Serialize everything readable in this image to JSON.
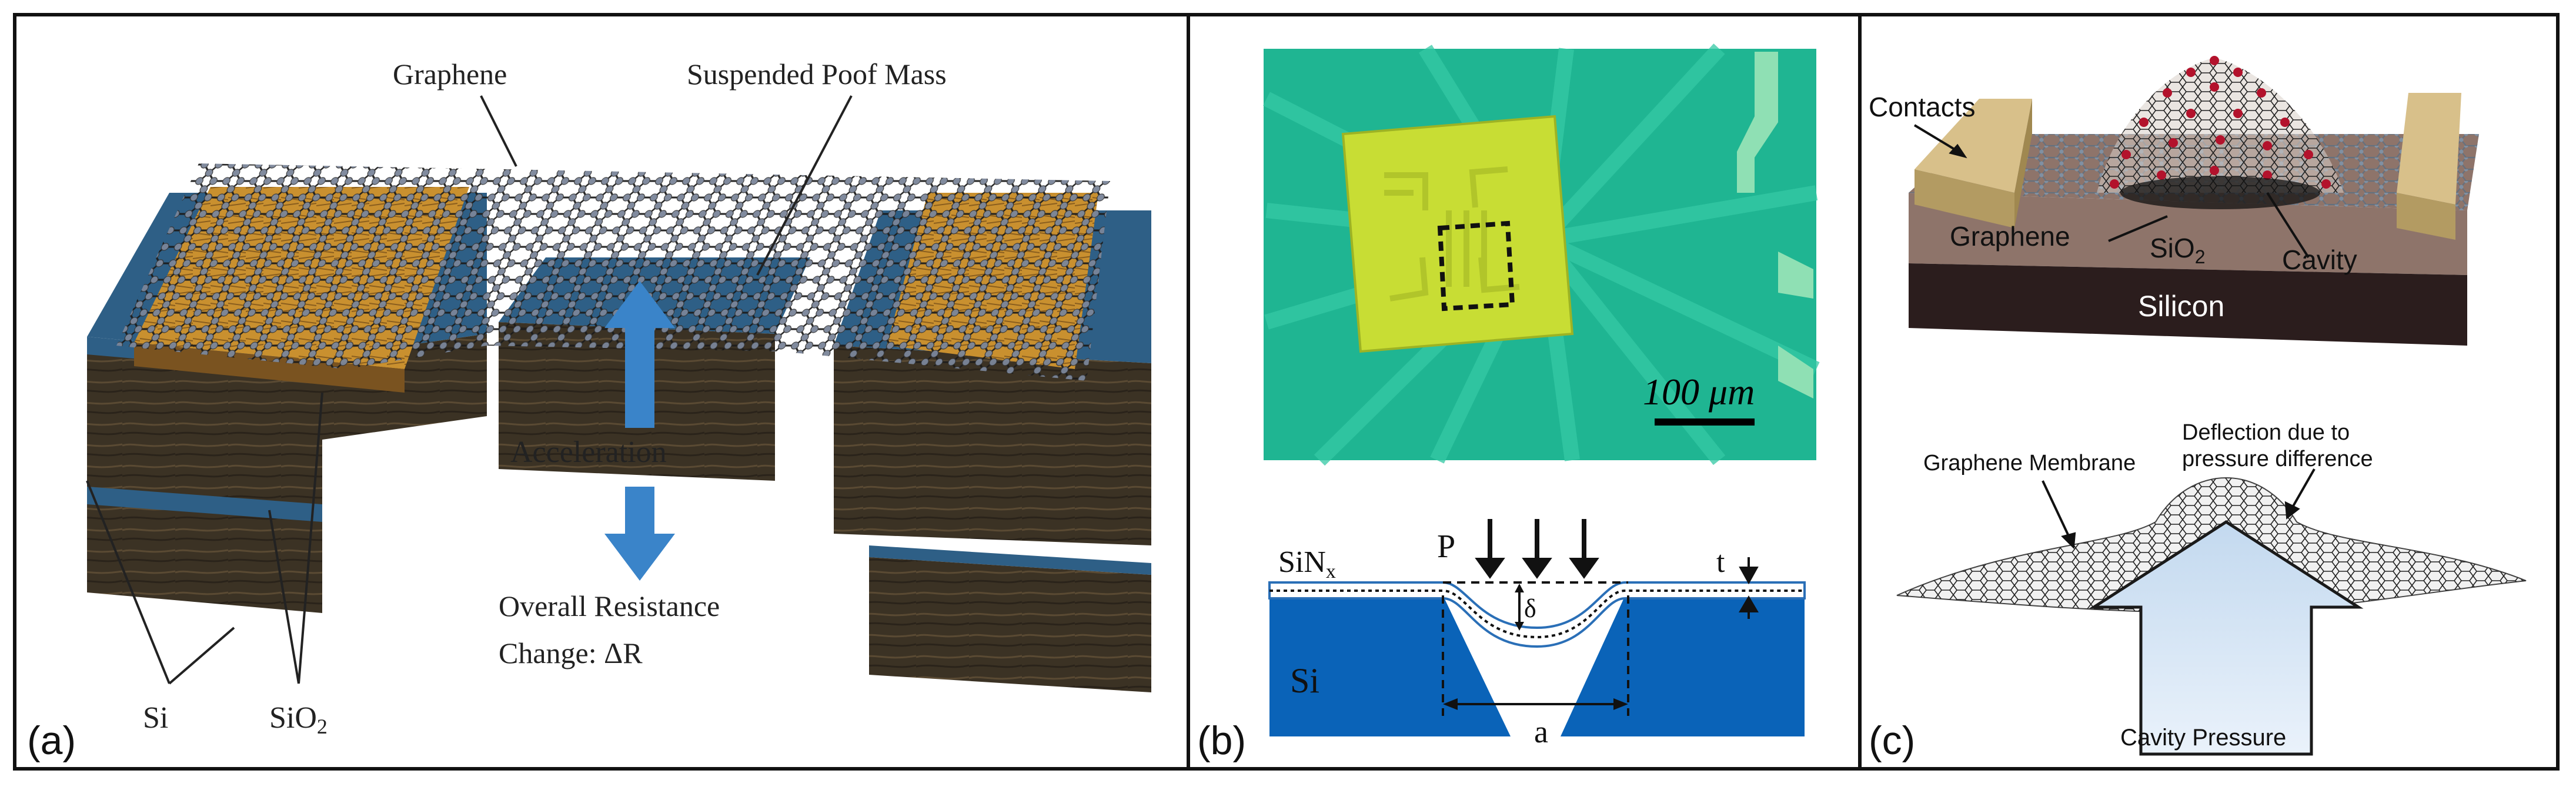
{
  "panels": {
    "a": {
      "label": "(a)",
      "graphene": "Graphene",
      "proof_mass": "Suspended Poof Mass",
      "acceleration": "Acceleration",
      "resistance_line1": "Overall Resistance",
      "resistance_line2": "Change: ΔR",
      "si": "Si",
      "sio2_main": "SiO",
      "sio2_sub": "2"
    },
    "b": {
      "label": "(b)",
      "scale_bar_value": "100",
      "scale_bar_unit": "μm",
      "pressure": "P",
      "sinx_main": "SiN",
      "sinx_sub": "x",
      "thickness": "t",
      "deflection": "δ",
      "si": "Si",
      "width": "a"
    },
    "c": {
      "label": "(c)",
      "contacts": "Contacts",
      "graphene": "Graphene",
      "sio2_main": "SiO",
      "sio2_sub": "2",
      "cavity": "Cavity",
      "silicon": "Silicon",
      "membrane": "Graphene Membrane",
      "deflection_line1": "Deflection due to",
      "deflection_line2": "pressure difference",
      "cavity_pressure": "Cavity Pressure"
    }
  },
  "colors": {
    "substrate_blue": "#2e5f86",
    "dark_si": "#3b3224",
    "gold": "#c9902f",
    "arrow_blue": "#3a84c9",
    "micro_bg": "#1fb592",
    "chip_yellow": "#c8dd34",
    "si_blue": "#0a63b8",
    "atom_red": "#b3122c",
    "contact_tan": "#c9b27c",
    "sio2_brown": "#8e746a",
    "silicon_dark": "#2b1d1d",
    "pressure_arrow": "#cfe2f3"
  }
}
